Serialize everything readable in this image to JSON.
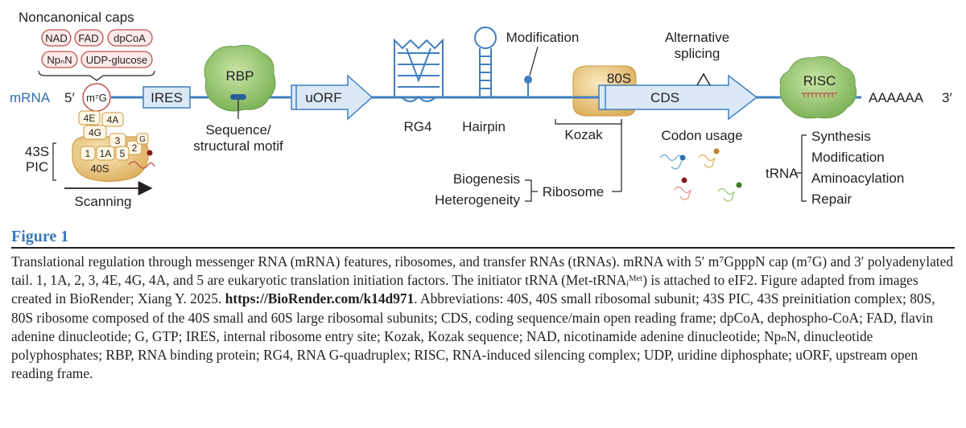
{
  "figure": {
    "noncanonical_caps_title": "Noncanonical caps",
    "caps": [
      "NAD",
      "FAD",
      "dpCoA",
      "NpₙN",
      "UDP-glucose"
    ],
    "mrna_label": "mRNA",
    "five_prime": "5′",
    "three_prime": "3′",
    "cap_label": "m⁷G",
    "ires": "IRES",
    "rbp": "RBP",
    "seq_motif": [
      "Sequence/",
      "structural motif"
    ],
    "uorf": "uORF",
    "rg4": "RG4",
    "hairpin": "Hairpin",
    "modification": "Modification",
    "ribosome_80s": "80S",
    "kozak": "Kozak",
    "alt_splicing": [
      "Alternative",
      "splicing"
    ],
    "cds": "CDS",
    "risc": "RISC",
    "polya": "AAAAAA",
    "pic_factors": [
      "4E",
      "4A",
      "4G",
      "3",
      "2",
      "G",
      "1",
      "1A",
      "5",
      "40S"
    ],
    "pic_label": [
      "43S",
      "PIC"
    ],
    "scanning": "Scanning",
    "codon_usage": "Codon usage",
    "biogenesis": "Biogenesis",
    "heterogeneity": "Heterogeneity",
    "ribosome": "Ribosome",
    "trna": "tRNA",
    "trna_items": [
      "Synthesis",
      "Modification",
      "Aminoacylation",
      "Repair"
    ]
  },
  "caption": {
    "title": "Figure 1",
    "text_1": "Translational regulation through messenger RNA (mRNA) features, ribosomes, and transfer RNAs (tRNAs). mRNA with 5′ m⁷GpppN cap (m⁷G) and 3′ polyadenylated tail. 1, 1A, 2, 3, 4E, 4G, 4A, and 5 are eukaryotic translation initiation factors. The initiator tRNA (Met-tRNAᵢᴹᵉᵗ) is attached to eIF2. Figure adapted from images created in BioRender; Xiang Y. 2025. ",
    "link": "https://BioRender.com/k14d971",
    "text_2": ". Abbreviations: 40S, 40S small ribosomal subunit; 43S PIC, 43S preinitiation complex; 80S, 80S ribosome composed of the 40S small and 60S large ribosomal subunits; CDS, coding sequence/main open reading frame; dpCoA, dephospho-CoA; FAD, flavin adenine dinucleotide; G, GTP; IRES, internal ribosome entry site; Kozak, Kozak sequence; NAD, nicotinamide adenine dinucleotide; NpₙN, dinucleotide polyphosphates; RBP, RNA binding protein; RG4, RNA G-quadruplex; RISC, RNA-induced silencing complex; UDP, uridine diphosphate; uORF, upstream open reading frame."
  },
  "colors": {
    "mrna_line": "#3f7fc0",
    "box_fill": "#dbe9f7",
    "cap_ring": "#c0504d",
    "protein_green": "#8fc46a",
    "pic_gold": "#e0b866",
    "caption_title": "#3a78b8"
  }
}
